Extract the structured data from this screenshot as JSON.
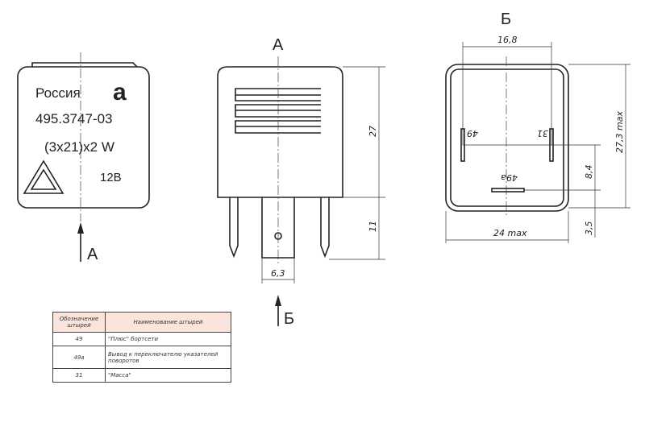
{
  "front_view": {
    "country": "Россия",
    "logo": "а",
    "part_number": "495.3747-03",
    "rating": "(3x21)x2 W",
    "voltage": "12В",
    "section_arrow": "А"
  },
  "side_view": {
    "view_label": "А",
    "dim_height": "27",
    "dim_pin_length": "11",
    "dim_pin_width": "6,3",
    "section_arrow": "Б"
  },
  "bottom_view": {
    "view_label": "Б",
    "dim_pin_spacing": "16,8",
    "dim_height": "27,3 max",
    "dim_pin_offset": "8,4",
    "dim_edge": "3,5",
    "dim_width": "24 max",
    "pins": [
      "49",
      "31",
      "49a"
    ]
  },
  "pin_table": {
    "headers": [
      "Обозначение штырей",
      "Наименование штырей"
    ],
    "rows": [
      [
        "49",
        "\"Плюс\" бортсети"
      ],
      [
        "49а",
        "Вывод к  переключателю указателей поворотов"
      ],
      [
        "31",
        "\"Масса\""
      ]
    ]
  }
}
